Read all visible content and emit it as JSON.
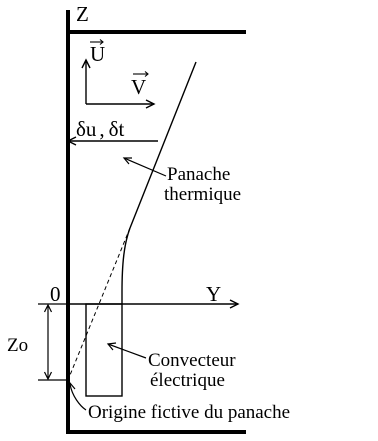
{
  "axes": {
    "z_label": "Z",
    "y_label": "Y",
    "origin_label": "0"
  },
  "vectors": {
    "u_label": "U",
    "v_label": "V"
  },
  "thickness": {
    "delta_u": "δu",
    "sep": ",",
    "delta_t": "δt"
  },
  "zo_label": "Zo",
  "plume_label": {
    "line1": "Panache",
    "line2": "thermique"
  },
  "convector_label": {
    "line1": "Convecteur",
    "line2": "électrique"
  },
  "fictive_origin_label": "Origine fictive du panache",
  "colors": {
    "stroke": "#000000",
    "background": "#ffffff"
  }
}
